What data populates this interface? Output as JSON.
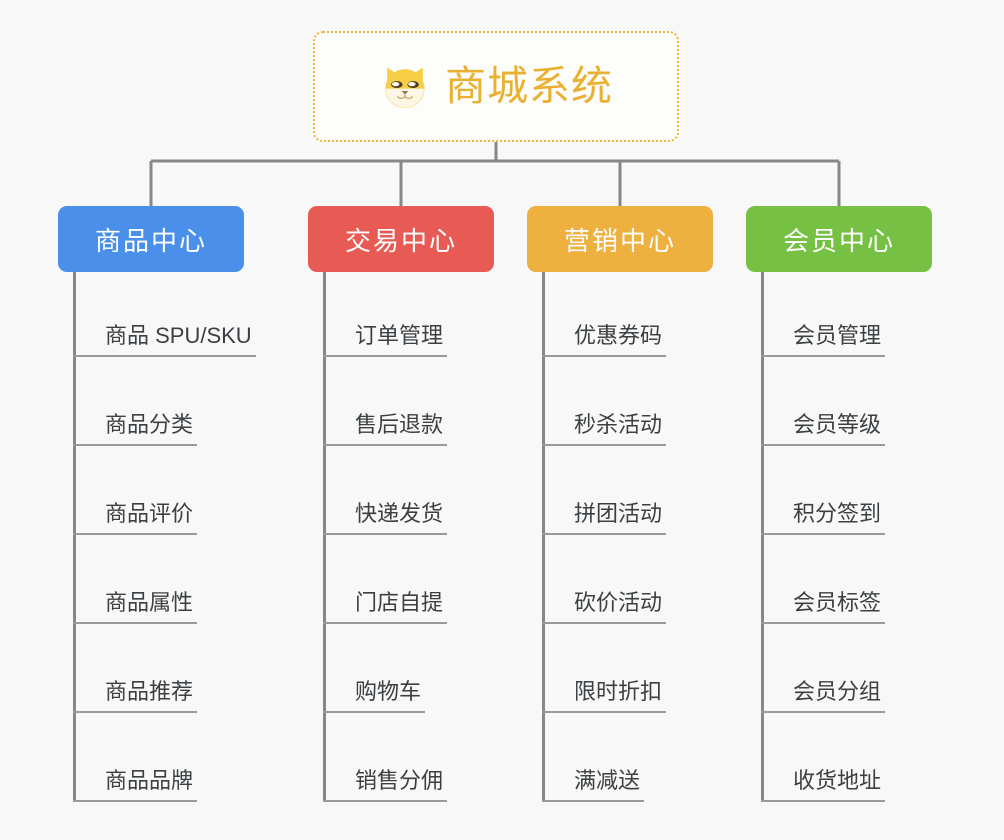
{
  "page": {
    "background_color": "#f8f8f8",
    "line_color": "#878787",
    "leaf_text_color": "#3c4043",
    "leaf_rule_color": "#9a9a9a"
  },
  "root": {
    "title": "商城系统",
    "icon": "shiba-dog-face-icon",
    "border_color": "#efb52f",
    "text_color": "#eab030",
    "background_color": "#fdfdfc"
  },
  "columns": [
    {
      "id": "product-center",
      "header": "商品中心",
      "color": "#4a90ea",
      "items": [
        "商品 SPU/SKU",
        "商品分类",
        "商品评价",
        "商品属性",
        "商品推荐",
        "商品品牌"
      ]
    },
    {
      "id": "trade-center",
      "header": "交易中心",
      "color": "#e85b55",
      "items": [
        "订单管理",
        "售后退款",
        "快递发货",
        "门店自提",
        "购物车",
        "销售分佣"
      ]
    },
    {
      "id": "marketing-center",
      "header": "营销中心",
      "color": "#eeb03e",
      "items": [
        "优惠券码",
        "秒杀活动",
        "拼团活动",
        "砍价活动",
        "限时折扣",
        "满减送"
      ]
    },
    {
      "id": "member-center",
      "header": "会员中心",
      "color": "#76c043",
      "items": [
        "会员管理",
        "会员等级",
        "积分签到",
        "会员标签",
        "会员分组",
        "收货地址"
      ]
    }
  ]
}
